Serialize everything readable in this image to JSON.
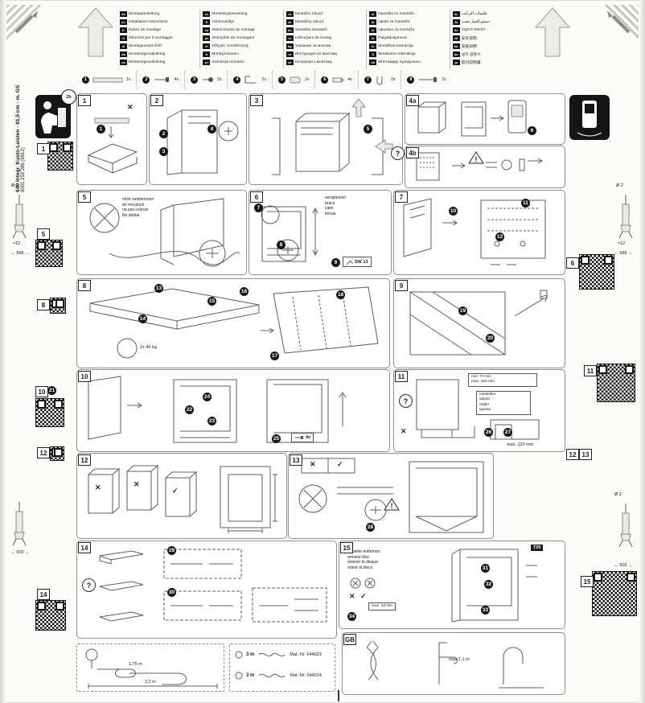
{
  "symbols": {
    "cross": "✕",
    "check": "✓",
    "warning": "!",
    "question": "?"
  },
  "sidebar_left": {
    "title": "640 Integr. Kusto-Leisten - 81,5 cm - m. GS",
    "code": "9001 259 286 (9812)",
    "clock": "2h",
    "dia": "Ø 2",
    "depth": "≈12",
    "w1": "566",
    "w2": "502",
    "badges": {
      "q1": "1",
      "q5": "5",
      "q8": "8",
      "q10": "10",
      "q10_part": "21",
      "q12": "12",
      "q14": "14"
    }
  },
  "sidebar_right": {
    "dia": "Ø 2",
    "depth": "≈12",
    "w1": "566",
    "w2": "502",
    "badges": {
      "q6": "6",
      "q11": "11",
      "q12": "12",
      "q13": "13",
      "q15": "15"
    }
  },
  "legend": {
    "columns": [
      {
        "entries": [
          {
            "code": "de",
            "text": "Montageanleitung"
          },
          {
            "code": "en",
            "text": "Installation instructions"
          },
          {
            "code": "fr",
            "text": "Notice de montage"
          },
          {
            "code": "it",
            "text": "Istruzioni per il montaggio"
          },
          {
            "code": "nl",
            "text": "Montagevoorschrift"
          },
          {
            "code": "da",
            "text": "Monteringsvejledning"
          },
          {
            "code": "no",
            "text": "Monteringsveiledning"
          }
        ]
      },
      {
        "entries": [
          {
            "code": "sv",
            "text": "Monteringsanvisning"
          },
          {
            "code": "fi",
            "text": "Asennusohje"
          },
          {
            "code": "es",
            "text": "Instrucciones de montaje"
          },
          {
            "code": "pt",
            "text": "Instruções de montagem"
          },
          {
            "code": "el",
            "text": "Οδηγίες τοποθέτησης"
          },
          {
            "code": "tr",
            "text": "Montaj kılavuzu"
          },
          {
            "code": "pl",
            "text": "Instrukcja montażu"
          }
        ]
      },
      {
        "entries": [
          {
            "code": "cs",
            "text": "Montážní návod"
          },
          {
            "code": "sk",
            "text": "Montážny návod"
          },
          {
            "code": "hu",
            "text": "Szerelési útmutató"
          },
          {
            "code": "ro",
            "text": "Instrucţiuni de montaj"
          },
          {
            "code": "bg",
            "text": "Указание за монтаж"
          },
          {
            "code": "ru",
            "text": "Инструкция по монтажу"
          },
          {
            "code": "uk",
            "text": "Інструкція з монтажу"
          }
        ]
      },
      {
        "entries": [
          {
            "code": "sl",
            "text": "Navodila za montažo"
          },
          {
            "code": "hr",
            "text": "Upute za montažu"
          },
          {
            "code": "sr",
            "text": "Uputstvo za montažu"
          },
          {
            "code": "et",
            "text": "Paigaldusjuhend"
          },
          {
            "code": "lv",
            "text": "Montāžas instrukcija"
          },
          {
            "code": "lt",
            "text": "Montavimo instrukcija"
          },
          {
            "code": "kk",
            "text": "Монтаждау нұсқаулығы"
          }
        ]
      },
      {
        "entries": [
          {
            "code": "ar",
            "text": "تعليمات التركيب"
          },
          {
            "code": "fa",
            "text": "دستورالعمل نصب"
          },
          {
            "code": "he",
            "text": "הוראות התקנה"
          },
          {
            "code": "zh",
            "text": "安装说明"
          },
          {
            "code": "tw",
            "text": "安裝說明"
          },
          {
            "code": "ko",
            "text": "설치 설명서"
          },
          {
            "code": "ja",
            "text": "取付説明書"
          }
        ]
      }
    ]
  },
  "parts": {
    "items": [
      {
        "num": "1",
        "count": "1x"
      },
      {
        "num": "2",
        "count": "4x"
      },
      {
        "num": "3",
        "count": "2x"
      },
      {
        "num": "4",
        "count": "2x"
      },
      {
        "num": "5",
        "count": "2x"
      },
      {
        "num": "6",
        "count": "4x"
      },
      {
        "num": "7",
        "count": "2x"
      },
      {
        "num": "8",
        "count": "2x"
      }
    ]
  },
  "steps": {
    "1": {
      "num": "1",
      "callouts": [
        "1"
      ]
    },
    "2": {
      "num": "2",
      "callouts": [
        "2",
        "3",
        "4"
      ]
    },
    "3": {
      "num": "3",
      "callouts": [
        "5"
      ]
    },
    "4a": {
      "num": "4a",
      "callouts": [
        "6"
      ]
    },
    "4b": {
      "num": "4b"
    },
    "5": {
      "num": "5",
      "note": [
        "nicht verklemmen",
        "do not pinch",
        "ne pas coincer",
        "No doblar"
      ]
    },
    "6": {
      "num": "6",
      "note": [
        "verspannen",
        "brace",
        "caler",
        "tensar"
      ],
      "wrench": "SW 13",
      "callouts": [
        "7",
        "8",
        "9"
      ]
    },
    "7": {
      "num": "7",
      "callouts": [
        "10",
        "11",
        "12"
      ]
    },
    "8": {
      "num": "8",
      "callouts": [
        "13",
        "14",
        "15",
        "16",
        "17",
        "18"
      ],
      "weight": "2x 40 kg"
    },
    "9": {
      "num": "9",
      "callouts": [
        "19",
        "20"
      ]
    },
    "10": {
      "num": "10",
      "callouts": [
        "22",
        "23",
        "24",
        "25"
      ],
      "count": "4x"
    },
    "11": {
      "num": "11",
      "range": [
        "min. 70 mm",
        "max. 160 mm"
      ],
      "adjust": [
        "einstellen",
        "adjust",
        "régler",
        "ajustar"
      ],
      "depth": "max. 120 mm",
      "callouts": [
        "26",
        "27"
      ]
    },
    "12": {
      "num": "12"
    },
    "13": {
      "num": "13",
      "callouts": [
        "28"
      ]
    },
    "14": {
      "num": "14",
      "callouts": [
        "29",
        "30"
      ]
    },
    "15": {
      "num": "15",
      "disc": [
        "Scheibe entfernen",
        "remove disc",
        "enlever le disque",
        "retirar el disco"
      ],
      "torque": "max. 13 Nm",
      "bit": "T20",
      "callouts": [
        "31",
        "32",
        "33",
        "34"
      ]
    }
  },
  "bottom": {
    "dim1": "1,75 m",
    "dim2": "2,2 m",
    "kits": [
      {
        "len": "3 m",
        "mat": "Mat.-Nr. 644023"
      },
      {
        "len": "3 m",
        "mat": "Mat.-Nr. 644024"
      }
    ],
    "gb": {
      "badge": "GB",
      "max": "max 1,1 m"
    }
  }
}
